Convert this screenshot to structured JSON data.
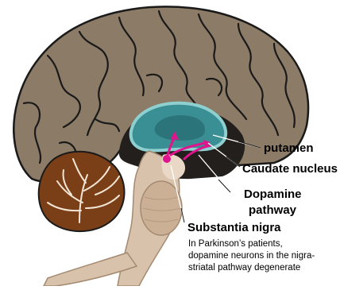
{
  "labels": {
    "putamen": "putamen",
    "caudate": "Caudate nucleus",
    "dopamine_line1": "Dopamine",
    "dopamine_line2": "pathway",
    "substantia": "Substantia nigra"
  },
  "note": {
    "line1": "In Parkinson’s patients,",
    "line2": "dopamine neurons in the nigra-",
    "line3": "striatal pathway degenerate"
  },
  "colors": {
    "cortex": "#8c7b66",
    "sulcus": "#1a1a1a",
    "white_matter": "#231f1d",
    "cerebellum": "#7a3f17",
    "brainstem": "#d9c2ab",
    "striatum": "#3a8f95",
    "striatum_light": "#8ecfcf",
    "pathway": "#e0148c"
  }
}
